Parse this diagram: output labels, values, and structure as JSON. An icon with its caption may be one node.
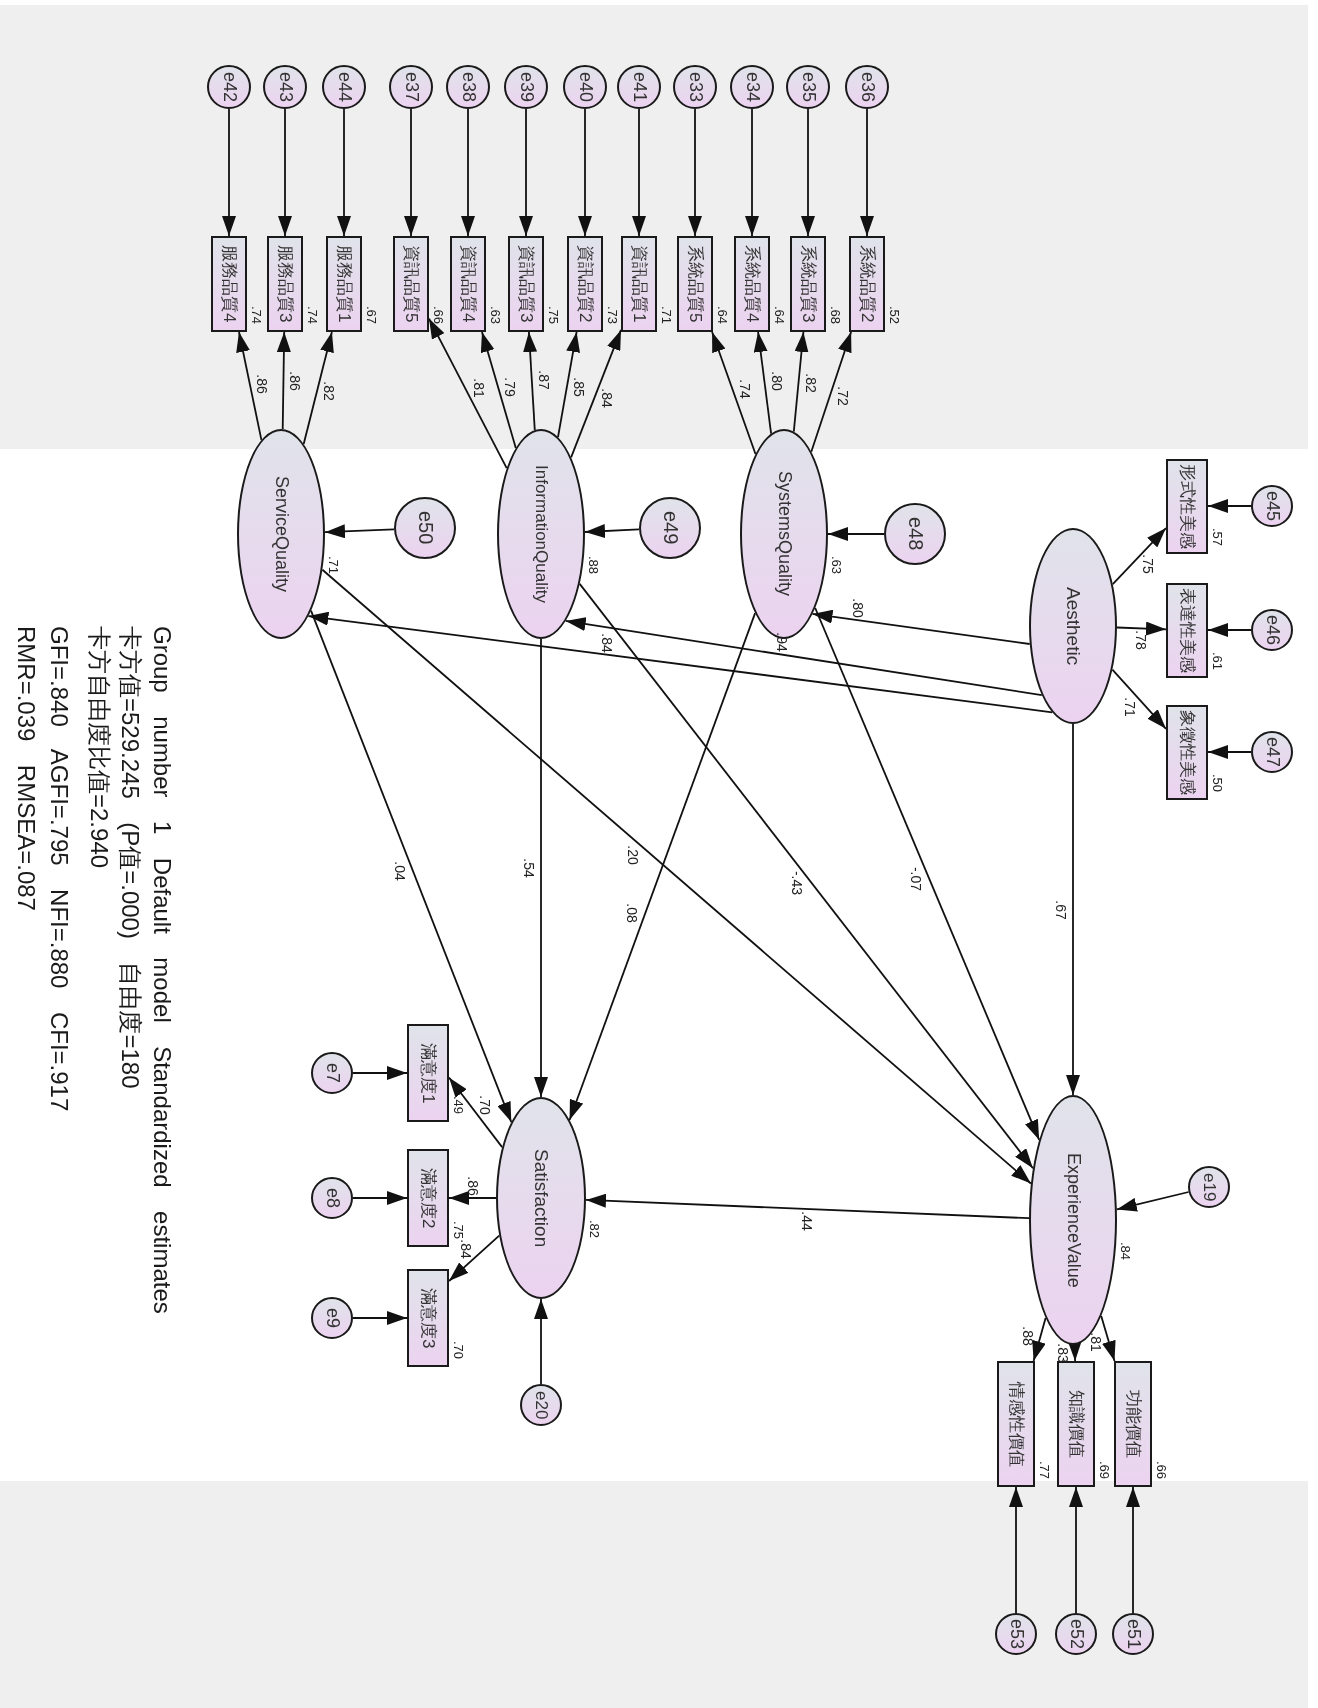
{
  "diagram": {
    "nodes": [
      {
        "text": [
          "e42"
        ]
      },
      {
        "text": [
          "e43"
        ]
      },
      {
        "text": [
          "e44"
        ]
      },
      {
        "text": [
          "e37"
        ]
      },
      {
        "text": [
          "e38"
        ]
      },
      {
        "text": [
          "e39"
        ]
      },
      {
        "text": [
          "e40"
        ]
      },
      {
        "text": [
          "e41"
        ]
      },
      {
        "text": [
          "e33"
        ]
      },
      {
        "text": [
          "e34"
        ]
      },
      {
        "text": [
          "e35"
        ]
      },
      {
        "text": [
          "e36"
        ]
      },
      {
        "text": [
          "服務品質4"
        ],
        "beside": [
          ".74"
        ]
      },
      {
        "text": [
          "服務品質3"
        ],
        "beside": [
          ".74"
        ]
      },
      {
        "text": [
          "服務品質1"
        ],
        "beside": [
          ".67"
        ]
      },
      {
        "text": [
          "資訊品質5"
        ],
        "beside": [
          ".66"
        ]
      },
      {
        "text": [
          "資訊品質4"
        ],
        "beside": [
          ".63"
        ]
      },
      {
        "text": [
          "資訊品質3"
        ],
        "beside": [
          ".75"
        ]
      },
      {
        "text": [
          "資訊品質2"
        ],
        "beside": [
          ".73"
        ]
      },
      {
        "text": [
          "資訊品質1"
        ],
        "beside": [
          ".71"
        ]
      },
      {
        "text": [
          "系統品質5"
        ],
        "beside": [
          ".64"
        ]
      },
      {
        "text": [
          "系統品質4"
        ],
        "beside": [
          ".64"
        ]
      },
      {
        "text": [
          "系統品質3"
        ],
        "beside": [
          ".68"
        ]
      },
      {
        "text": [
          "系統品質2"
        ],
        "beside": [
          ".52"
        ]
      },
      {
        "text": [
          "ServiceQuality"
        ],
        "beside": [
          ".71"
        ]
      },
      {
        "text": [
          "e50"
        ]
      },
      {
        "text": [
          "InformationQuality"
        ],
        "beside": [
          ".88"
        ]
      },
      {
        "text": [
          "e49"
        ]
      },
      {
        "text": [
          "SystemsQuality"
        ],
        "beside": [
          ".63"
        ]
      },
      {
        "text": [
          "e48"
        ]
      },
      {
        "text": [
          "Aesthetic"
        ]
      },
      {
        "text": [
          "形式性美感"
        ],
        "beside": [
          ".57"
        ]
      },
      {
        "text": [
          "表達性美感"
        ],
        "beside": [
          ".61"
        ]
      },
      {
        "text": [
          "象徵性美感"
        ],
        "beside": [
          ".50"
        ]
      },
      {
        "text": [
          "e45"
        ]
      },
      {
        "text": [
          "e46"
        ]
      },
      {
        "text": [
          "e47"
        ]
      },
      {
        "text": [
          "ExperienceValue"
        ],
        "beside": [
          ".84"
        ]
      },
      {
        "text": [
          "e19"
        ]
      },
      {
        "text": [
          "Satisfaction"
        ],
        "beside": [
          ".82"
        ]
      },
      {
        "text": [
          "滿意度1"
        ],
        "beside": [
          ".49"
        ]
      },
      {
        "text": [
          "滿意度2"
        ],
        "beside": [
          ".75"
        ]
      },
      {
        "text": [
          "滿意度3"
        ],
        "beside": [
          ".70"
        ]
      },
      {
        "text": [
          "e7"
        ]
      },
      {
        "text": [
          "e8"
        ]
      },
      {
        "text": [
          "e9"
        ]
      },
      {
        "text": [
          "e20"
        ]
      },
      {
        "text": [
          "情感性價值"
        ],
        "beside": [
          ".77"
        ]
      },
      {
        "text": [
          "知識價值"
        ],
        "beside": [
          ".69"
        ]
      },
      {
        "text": [
          "功能價值"
        ],
        "beside": [
          ".66"
        ]
      },
      {
        "text": [
          "e53"
        ]
      },
      {
        "text": [
          "e52"
        ]
      },
      {
        "text": [
          "e51"
        ]
      }
    ],
    "edges": [
      {
        "from": 0,
        "to": 12,
        "arrow": "to"
      },
      {
        "from": 1,
        "to": 13,
        "arrow": "to"
      },
      {
        "from": 2,
        "to": 14,
        "arrow": "to"
      },
      {
        "from": 3,
        "to": 15,
        "arrow": "to"
      },
      {
        "from": 4,
        "to": 16,
        "arrow": "to"
      },
      {
        "from": 5,
        "to": 17,
        "arrow": "to"
      },
      {
        "from": 6,
        "to": 18,
        "arrow": "to"
      },
      {
        "from": 7,
        "to": 19,
        "arrow": "to"
      },
      {
        "from": 8,
        "to": 20,
        "arrow": "to"
      },
      {
        "from": 9,
        "to": 21,
        "arrow": "to"
      },
      {
        "from": 10,
        "to": 22,
        "arrow": "to"
      },
      {
        "from": 11,
        "to": 23,
        "arrow": "to"
      },
      {
        "from": 24,
        "to": 12,
        "arrow": "to",
        "label": ".86"
      },
      {
        "from": 24,
        "to": 13,
        "arrow": "to",
        "label": ".86"
      },
      {
        "from": 24,
        "to": 14,
        "arrow": "to",
        "label": ".82"
      },
      {
        "from": 26,
        "to": 15,
        "arrow": "to",
        "label": ".81"
      },
      {
        "from": 26,
        "to": 16,
        "arrow": "to",
        "label": ".79"
      },
      {
        "from": 26,
        "to": 17,
        "arrow": "to",
        "label": ".87"
      },
      {
        "from": 26,
        "to": 18,
        "arrow": "to",
        "label": ".85"
      },
      {
        "from": 26,
        "to": 19,
        "arrow": "to",
        "label": ".84"
      },
      {
        "from": 28,
        "to": 20,
        "arrow": "to",
        "label": ".74"
      },
      {
        "from": 28,
        "to": 21,
        "arrow": "to",
        "label": ".80"
      },
      {
        "from": 28,
        "to": 22,
        "arrow": "to",
        "label": ".82"
      },
      {
        "from": 28,
        "to": 23,
        "arrow": "to",
        "label": ".72"
      },
      {
        "from": 25,
        "to": 24,
        "arrow": "to"
      },
      {
        "from": 27,
        "to": 26,
        "arrow": "to"
      },
      {
        "from": 29,
        "to": 28,
        "arrow": "to"
      },
      {
        "from": 30,
        "to": 31,
        "arrow": "to",
        "label": ".75"
      },
      {
        "from": 30,
        "to": 32,
        "arrow": "to",
        "label": ".78"
      },
      {
        "from": 30,
        "to": 33,
        "arrow": "to",
        "label": ".71"
      },
      {
        "from": 34,
        "to": 31,
        "arrow": "to"
      },
      {
        "from": 35,
        "to": 32,
        "arrow": "to"
      },
      {
        "from": 36,
        "to": 33,
        "arrow": "to"
      },
      {
        "from": 30,
        "to": 28,
        "arrow": "to",
        "label": ".80"
      },
      {
        "from": 30,
        "to": 26,
        "arrow": "to",
        "label": ".94"
      },
      {
        "from": 30,
        "to": 24,
        "arrow": "to",
        "label": ".84"
      },
      {
        "from": 30,
        "to": 37,
        "arrow": "to",
        "label": ".67"
      },
      {
        "from": 28,
        "to": 37,
        "arrow": "to",
        "label": "-.07"
      },
      {
        "from": 26,
        "to": 37,
        "arrow": "to",
        "label": "-.43"
      },
      {
        "from": 24,
        "to": 37,
        "arrow": "to",
        "label": ".20"
      },
      {
        "from": 28,
        "to": 39,
        "arrow": "to",
        "label": ".08"
      },
      {
        "from": 24,
        "to": 39,
        "arrow": "to",
        "label": ".04"
      },
      {
        "from": 26,
        "to": 39,
        "arrow": "to",
        "label": ".54"
      },
      {
        "from": 37,
        "to": 39,
        "arrow": "to",
        "label": ".44"
      },
      {
        "from": 38,
        "to": 37,
        "arrow": "to"
      },
      {
        "from": 46,
        "to": 39,
        "arrow": "to"
      },
      {
        "from": 39,
        "to": 40,
        "arrow": "to",
        "label": ".70"
      },
      {
        "from": 39,
        "to": 41,
        "arrow": "to",
        "label": ".86"
      },
      {
        "from": 39,
        "to": 42,
        "arrow": "to",
        "label": ".84"
      },
      {
        "from": 43,
        "to": 40,
        "arrow": "to"
      },
      {
        "from": 44,
        "to": 41,
        "arrow": "to"
      },
      {
        "from": 45,
        "to": 42,
        "arrow": "to"
      },
      {
        "from": 37,
        "to": 47,
        "arrow": "to",
        "label": ".88"
      },
      {
        "from": 37,
        "to": 48,
        "arrow": "to",
        "label": ".83"
      },
      {
        "from": 37,
        "to": 49,
        "arrow": "to",
        "label": ".81"
      },
      {
        "from": 50,
        "to": 47,
        "arrow": "to"
      },
      {
        "from": 51,
        "to": 48,
        "arrow": "to"
      },
      {
        "from": 52,
        "to": 49,
        "arrow": "to"
      }
    ],
    "labels": [
      "Group number 1 Default model Standardized estimates",
      "卡方值=529.245 (P值=.000) 自由度=180",
      "卡方自由度比值=2.940",
      "GFI=.840 AGFI=.795 NFI=.880 CFI=.917",
      "RMR=.039 RMSEA=.087"
    ]
  }
}
